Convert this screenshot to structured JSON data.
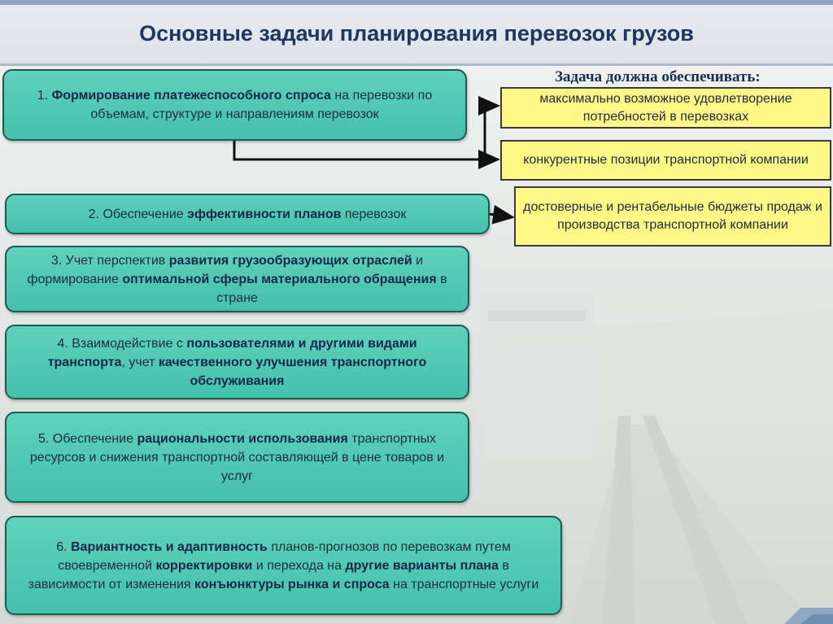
{
  "title": "Основные задачи планирования перевозок грузов",
  "result_heading": "Задача должна обеспечивать:",
  "tasks": [
    {
      "n": "1.",
      "bold": "Формирование платежеспособного спроса",
      "text": "на перевозки по объемам, структуре и направлениям перевозок"
    },
    {
      "n": "2.",
      "pre": "Обеспечение",
      "bold": "эффективности планов",
      "post": "перевозок"
    },
    {
      "n": "3.",
      "pre": "Учет перспектив",
      "bold1": "развития грузообразующих отраслей",
      "mid": "и формирование",
      "bold2": "оптимальной сферы материального обращения",
      "post": "в стране"
    },
    {
      "n": "4.",
      "pre": "Взаимодействие с",
      "bold1": "пользователями и другими видами транспорта",
      "mid": ", учет",
      "bold2": "качественного улучшения транспортного обслуживания"
    },
    {
      "n": "5.",
      "pre": "Обеспечение",
      "bold": "рациональности использования",
      "post": "транспортных ресурсов и снижения транспортной составляющей в цене товаров и услуг"
    },
    {
      "n": "6.",
      "bold1": "Вариантность и адаптивность",
      "mid1": "планов-прогнозов по перевозкам путем своевременной",
      "bold2": "корректировки",
      "mid2": "и перехода на",
      "bold3": "другие варианты плана",
      "mid3": "в зависимости от изменения",
      "bold4": "конъюнктуры рынка и спроса",
      "post": "на транспортные услуги"
    }
  ],
  "results": [
    "максимально возможное удовлетворение потребностей в перевозках",
    "конкурентные позиции транспортной компании",
    "достоверные и рентабельные бюджеты продаж и производства транспортной компании"
  ],
  "colors": {
    "box_fill": "#4fc7b2",
    "box_border": "#1d5a52",
    "result_fill": "#fff887",
    "title": "#1f3660"
  }
}
